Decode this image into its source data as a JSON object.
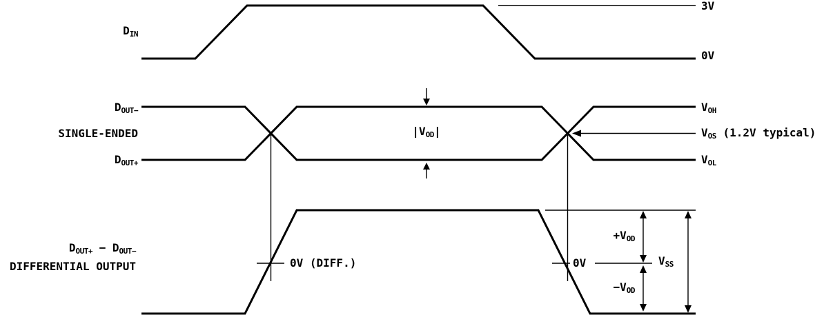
{
  "figure": {
    "din": {
      "base": "D",
      "sub": "IN"
    },
    "level_3v": "3V",
    "level_0v": "0V",
    "dout_minus": {
      "base": "D",
      "sub": "OUT−"
    },
    "single_ended": "SINGLE-ENDED",
    "dout_plus": {
      "base": "D",
      "sub": "OUT+"
    },
    "voh": {
      "base": "V",
      "sub": "OH"
    },
    "vos": {
      "base": "V",
      "sub": "OS",
      "note": " (1.2V typical)"
    },
    "vol": {
      "base": "V",
      "sub": "OL"
    },
    "vod": {
      "open": "|V",
      "sub": "OD",
      "close": "|"
    },
    "diff_title": {
      "a_base": "D",
      "a_sub": "OUT+",
      "mid": " − D",
      "b_sub": "OUT−"
    },
    "diff_title_line2": "DIFFERENTIAL OUTPUT",
    "zero_diff": "0V (DIFF.)",
    "zero_right": "0V",
    "pos_vod": {
      "base": "+V",
      "sub": "OD"
    },
    "neg_vod": {
      "base": "−V",
      "sub": "OD"
    },
    "vss": {
      "base": "V",
      "sub": "SS"
    }
  },
  "colors": {
    "ink": "#000000",
    "background": "#ffffff"
  }
}
